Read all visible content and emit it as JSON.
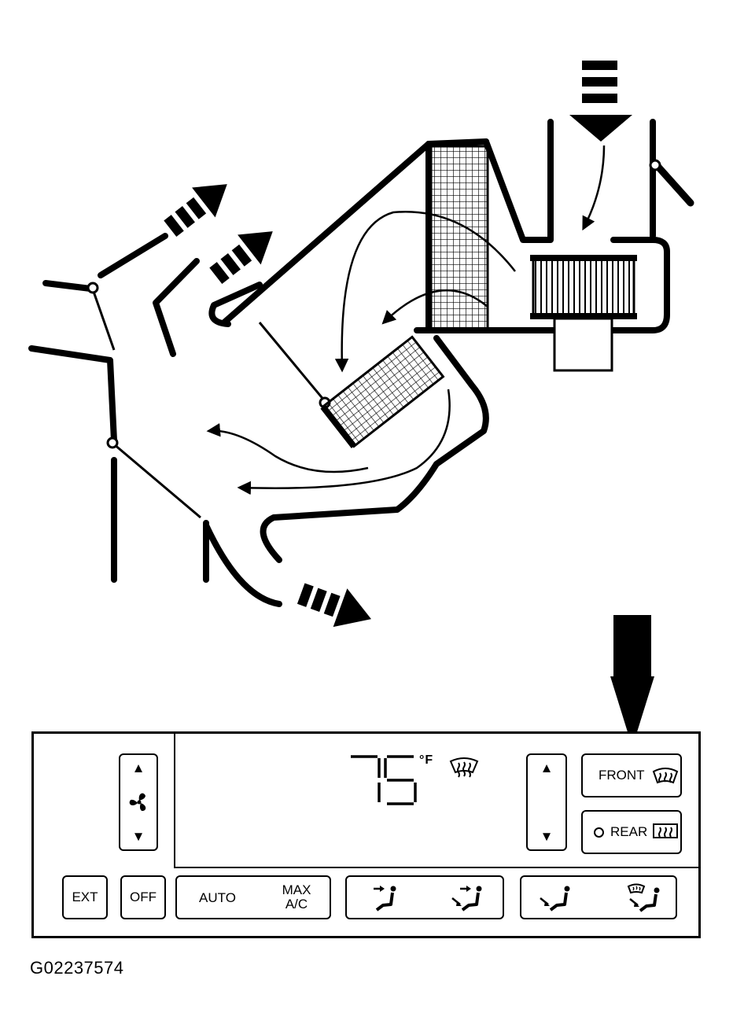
{
  "control_panel": {
    "temperature": "75",
    "temperature_unit": "°F",
    "buttons": {
      "ext": "EXT",
      "off": "OFF",
      "auto": "AUTO",
      "max_ac_line1": "MAX",
      "max_ac_line2": "A/C",
      "front": "FRONT",
      "rear": "REAR"
    },
    "arrows": {
      "up": "▲",
      "down": "▼"
    },
    "icons": [
      "fan-icon",
      "windshield-defrost-icon",
      "rear-defrost-icon",
      "vent-mode-icon",
      "bilevel-mode-icon",
      "floor-mode-icon",
      "floor-defrost-mode-icon",
      "indicator-light-icon"
    ]
  },
  "figure_id": "G02237574"
}
